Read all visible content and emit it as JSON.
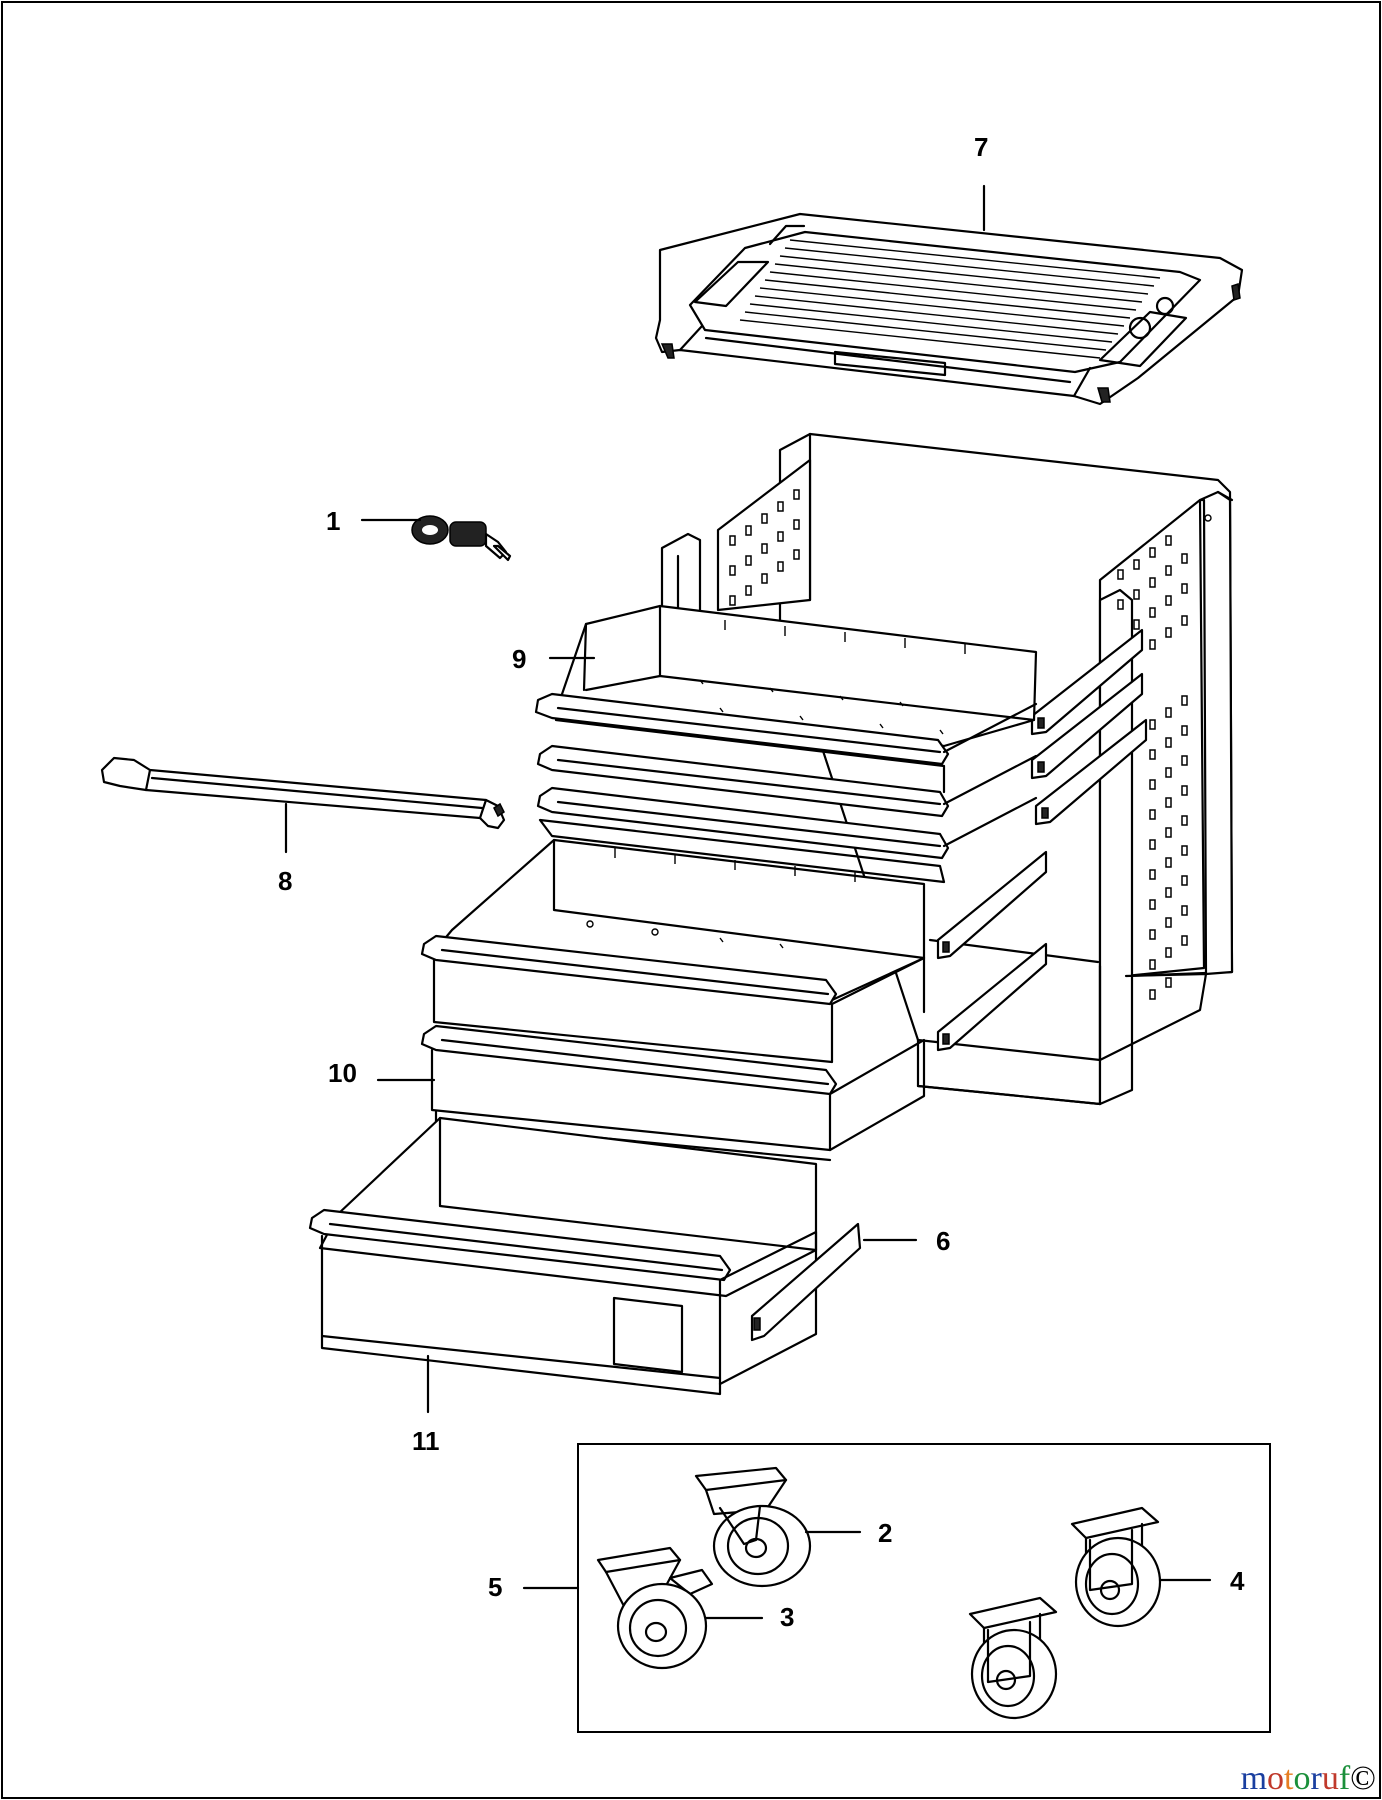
{
  "colors": {
    "line": "#000000",
    "background": "#ffffff",
    "watermark": [
      "#1a3fa0",
      "#c0392b",
      "#e67e22",
      "#1a8f3a",
      "#1a3fa0",
      "#c0392b",
      "#1a8f3a"
    ]
  },
  "callouts": [
    {
      "id": "1",
      "label": "1",
      "part": "lock"
    },
    {
      "id": "2",
      "label": "2",
      "part": "swivel-caster"
    },
    {
      "id": "3",
      "label": "3",
      "part": "swivel-caster-brake"
    },
    {
      "id": "4",
      "label": "4",
      "part": "fixed-caster"
    },
    {
      "id": "5",
      "label": "5",
      "part": "caster-set"
    },
    {
      "id": "6",
      "label": "6",
      "part": "drawer-slide"
    },
    {
      "id": "7",
      "label": "7",
      "part": "top-tray"
    },
    {
      "id": "8",
      "label": "8",
      "part": "handle"
    },
    {
      "id": "9",
      "label": "9",
      "part": "small-drawer"
    },
    {
      "id": "10",
      "label": "10",
      "part": "medium-drawer"
    },
    {
      "id": "11",
      "label": "11",
      "part": "large-drawer"
    }
  ],
  "watermark": {
    "letters": [
      "m",
      "o",
      "t",
      "o",
      "r",
      "u",
      "f"
    ],
    "logo_glyph": "©"
  }
}
